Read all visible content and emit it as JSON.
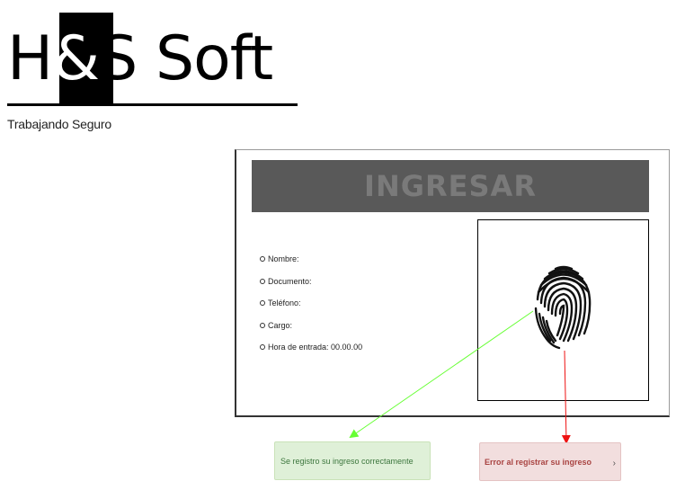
{
  "brand": {
    "logo_left": "H",
    "logo_amp": "&",
    "logo_right": "S Soft",
    "tagline": "Trabajando Seguro"
  },
  "panel": {
    "title": "INGRESAR",
    "fields": [
      {
        "label": "Nombre:"
      },
      {
        "label": "Documento:"
      },
      {
        "label": "Teléfono:"
      },
      {
        "label": "Cargo:"
      },
      {
        "label": "Hora de entrada: 00.00.00"
      }
    ]
  },
  "messages": {
    "success": "Se registro su ingreso correctamente",
    "error": "Error al registrar su ingreso",
    "error_close": "›"
  },
  "icons": {
    "fingerprint": "fingerprint-icon",
    "success_arrow": "arrow-to-success",
    "error_arrow": "arrow-to-error"
  },
  "colors": {
    "header_bg": "#595959",
    "header_text": "#7a7a7a",
    "success_bg": "#dff0d8",
    "success_text": "#3c763d",
    "error_bg": "#f2dede",
    "error_text": "#a94442",
    "success_arrow": "#66ff33",
    "error_arrow": "#ee1111"
  }
}
